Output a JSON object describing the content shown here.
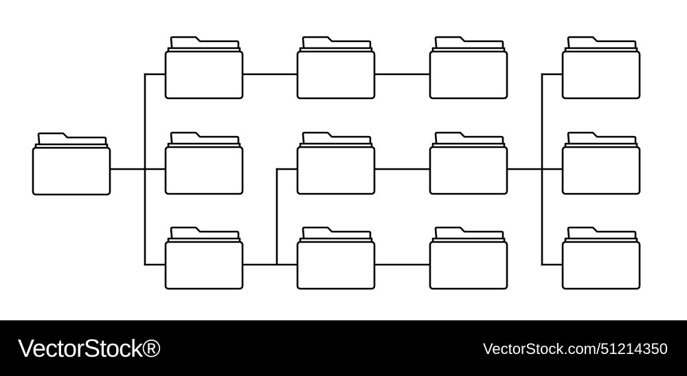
{
  "diagram": {
    "type": "folder-tree",
    "stroke_color": "#000000",
    "fill_color": "#ffffff",
    "folder_icon": "folder-icon",
    "folders": [
      {
        "id": "root"
      },
      {
        "id": "c1-top"
      },
      {
        "id": "c1-mid"
      },
      {
        "id": "c1-bot"
      },
      {
        "id": "c2-top"
      },
      {
        "id": "c2-mid"
      },
      {
        "id": "c2-bot"
      },
      {
        "id": "c3-top"
      },
      {
        "id": "c3-mid"
      },
      {
        "id": "c3-bot"
      },
      {
        "id": "c4-top"
      },
      {
        "id": "c4-mid"
      },
      {
        "id": "c4-bot"
      }
    ],
    "links": [
      [
        "root",
        "c1-top"
      ],
      [
        "root",
        "c1-mid"
      ],
      [
        "root",
        "c1-bot"
      ],
      [
        "c1-top",
        "c2-top"
      ],
      [
        "c2-top",
        "c3-top"
      ],
      [
        "c1-bot",
        "c2-mid"
      ],
      [
        "c1-bot",
        "c2-bot"
      ],
      [
        "c2-mid",
        "c3-mid"
      ],
      [
        "c2-bot",
        "c3-bot"
      ],
      [
        "c3-mid",
        "c4-top"
      ],
      [
        "c3-mid",
        "c4-mid"
      ],
      [
        "c3-mid",
        "c4-bot"
      ]
    ]
  },
  "footer": {
    "brand": "VectorStock®",
    "stock_id": "VectorStock.com/51214350",
    "background": "#000000",
    "text_color": "#ffffff"
  }
}
